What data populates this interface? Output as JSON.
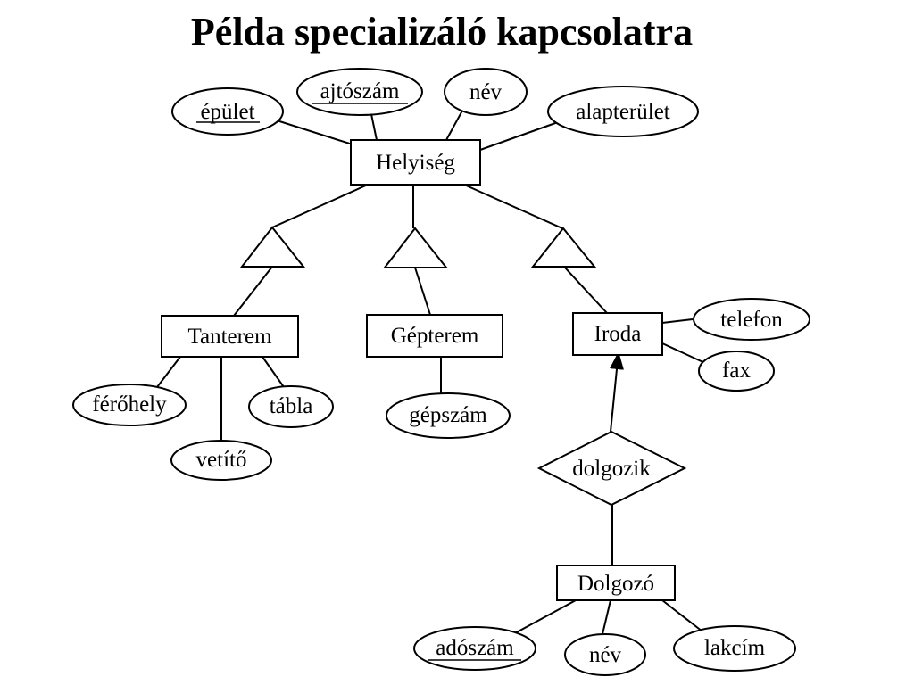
{
  "title": "Példa specializáló kapcsolatra",
  "entities": {
    "helyiseg": "Helyiség",
    "tanterem": "Tanterem",
    "gepterem": "Gépterem",
    "iroda": "Iroda",
    "dolgozo": "Dolgozó"
  },
  "attributes": {
    "epulet": "épület",
    "ajtoszam": "ajtószám",
    "nev_helyiseg": "név",
    "alapterulet": "alapterület",
    "ferohely": "férőhely",
    "vetito": "vetítő",
    "tabla": "tábla",
    "gepszam": "gépszám",
    "telefon": "telefon",
    "fax": "fax",
    "adoszam": "adószám",
    "nev_dolgozo": "név",
    "lakcim": "lakcím"
  },
  "relationships": {
    "dolgozik": "dolgozik"
  },
  "key_attributes": [
    "épület",
    "ajtószám",
    "adószám"
  ]
}
